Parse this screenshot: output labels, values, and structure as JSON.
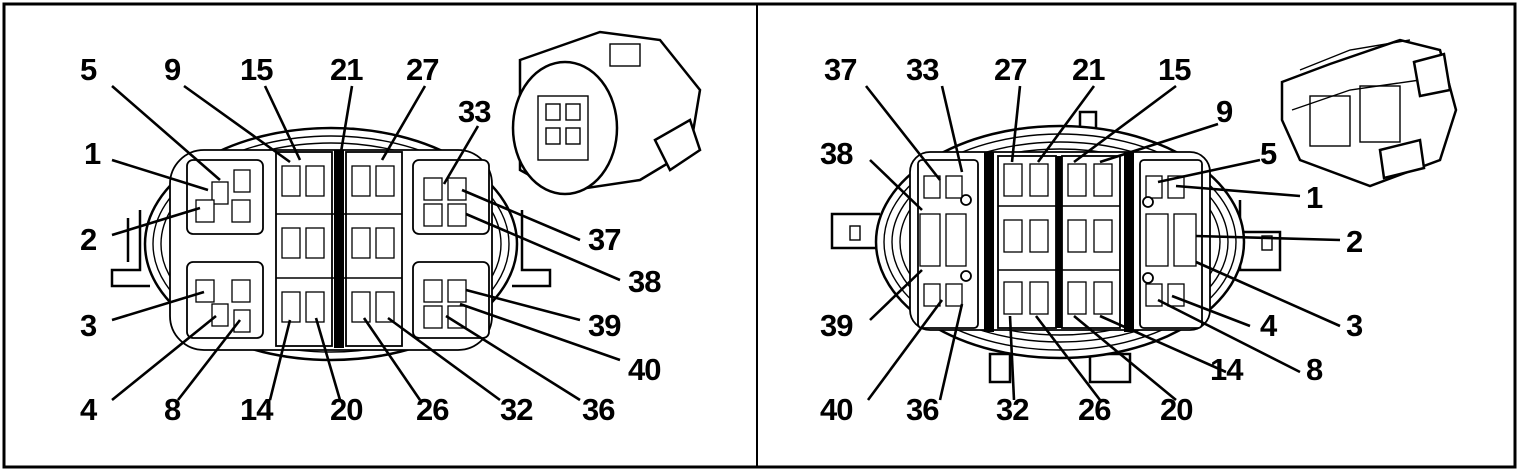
{
  "panels": [
    {
      "id": "left",
      "view": "face-left",
      "labels": {
        "p1": "1",
        "p2": "2",
        "p3": "3",
        "p4": "4",
        "p5": "5",
        "p8": "8",
        "p9": "9",
        "p14": "14",
        "p15": "15",
        "p20": "20",
        "p21": "21",
        "p26": "26",
        "p27": "27",
        "p32": "32",
        "p33": "33",
        "p36": "36",
        "p37": "37",
        "p38": "38",
        "p39": "39",
        "p40": "40"
      }
    },
    {
      "id": "right",
      "view": "face-right",
      "labels": {
        "p1": "1",
        "p2": "2",
        "p3": "3",
        "p4": "4",
        "p5": "5",
        "p8": "8",
        "p9": "9",
        "p14": "14",
        "p15": "15",
        "p20": "20",
        "p21": "21",
        "p26": "26",
        "p27": "27",
        "p32": "32",
        "p33": "33",
        "p36": "36",
        "p37": "37",
        "p38": "38",
        "p39": "39",
        "p40": "40"
      }
    }
  ],
  "colors": {
    "line": "#000000",
    "background": "#ffffff"
  }
}
